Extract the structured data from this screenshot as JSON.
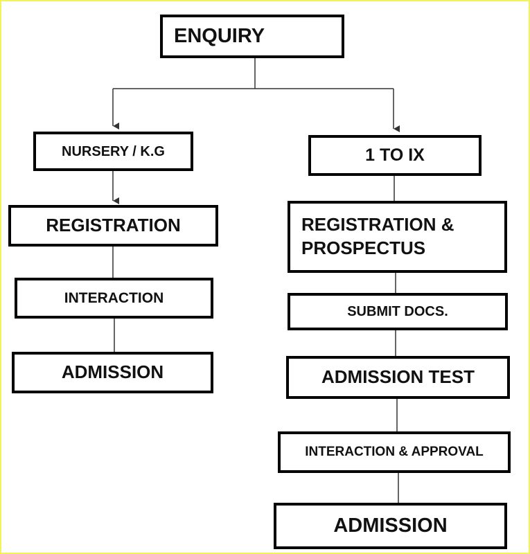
{
  "diagram": {
    "root": "ENQUIRY",
    "left_branch": {
      "header": "NURSERY / K.G",
      "steps": [
        "REGISTRATION",
        "INTERACTION",
        "ADMISSION"
      ]
    },
    "right_branch": {
      "header": "1 TO IX",
      "steps": [
        "REGISTRATION & PROSPECTUS",
        "SUBMIT DOCS.",
        "ADMISSION TEST",
        "INTERACTION & APPROVAL",
        "ADMISSION"
      ]
    }
  },
  "colors": {
    "frame": "#f2f25a",
    "box_border": "#000000",
    "connector": "#333333",
    "text": "#111111"
  }
}
